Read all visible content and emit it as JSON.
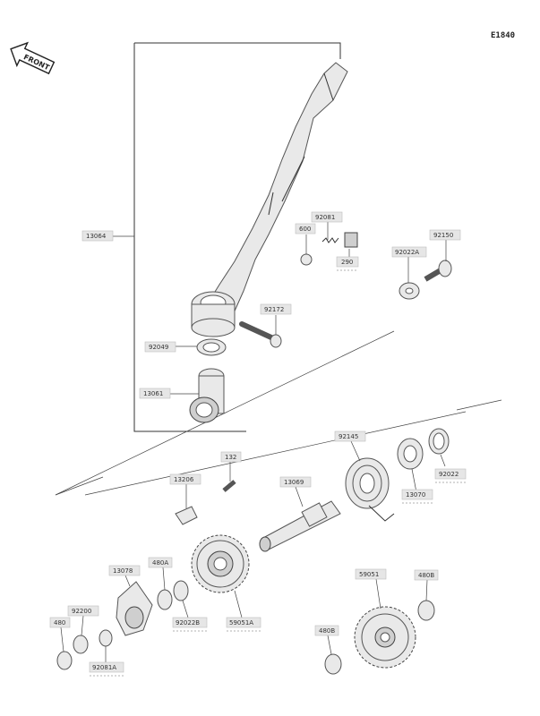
{
  "diagram_code": "E1840",
  "front_badge": "FRONT",
  "labels": [
    {
      "id": "13064",
      "text": "13064"
    },
    {
      "id": "92081",
      "text": "92081"
    },
    {
      "id": "600",
      "text": "600"
    },
    {
      "id": "290",
      "text": "290"
    },
    {
      "id": "92022a",
      "text": "92022A"
    },
    {
      "id": "92150",
      "text": "92150"
    },
    {
      "id": "92172",
      "text": "92172"
    },
    {
      "id": "92049",
      "text": "92049"
    },
    {
      "id": "13061",
      "text": "13061"
    },
    {
      "id": "92145",
      "text": "92145"
    },
    {
      "id": "92022",
      "text": "92022"
    },
    {
      "id": "13070",
      "text": "13070"
    },
    {
      "id": "132",
      "text": "132"
    },
    {
      "id": "13206",
      "text": "13206"
    },
    {
      "id": "13069",
      "text": "13069"
    },
    {
      "id": "480a",
      "text": "480A"
    },
    {
      "id": "13078",
      "text": "13078"
    },
    {
      "id": "92022b",
      "text": "92022B"
    },
    {
      "id": "59051a",
      "text": "59051A"
    },
    {
      "id": "59051",
      "text": "59051"
    },
    {
      "id": "480b-top",
      "text": "480B"
    },
    {
      "id": "480b-bottom",
      "text": "480B"
    },
    {
      "id": "92200",
      "text": "92200"
    },
    {
      "id": "480",
      "text": "480"
    },
    {
      "id": "92081a",
      "text": "92081A"
    }
  ]
}
